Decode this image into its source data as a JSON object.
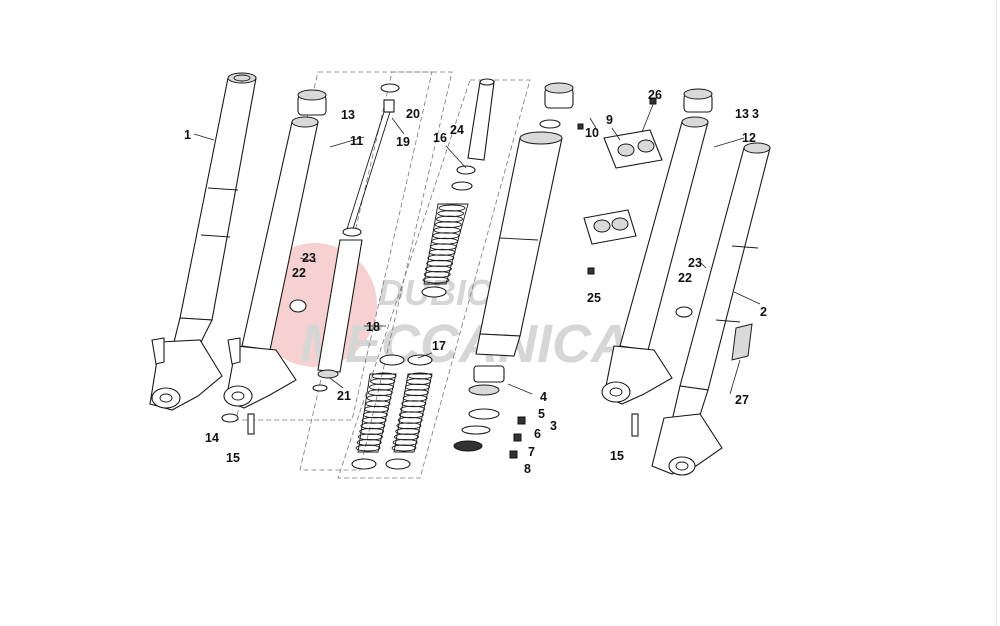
{
  "watermark": {
    "line1": "DUBICH",
    "line2": "MECCANICA"
  },
  "callouts": [
    {
      "id": "c1",
      "text": "1"
    },
    {
      "id": "c2",
      "text": "2"
    },
    {
      "id": "c3a",
      "text": "3"
    },
    {
      "id": "c3b",
      "text": "3"
    },
    {
      "id": "c4",
      "text": "4"
    },
    {
      "id": "c5",
      "text": "5"
    },
    {
      "id": "c6",
      "text": "6"
    },
    {
      "id": "c7",
      "text": "7"
    },
    {
      "id": "c8",
      "text": "8"
    },
    {
      "id": "c9",
      "text": "9"
    },
    {
      "id": "c10",
      "text": "10"
    },
    {
      "id": "c11",
      "text": "11"
    },
    {
      "id": "c12",
      "text": "12"
    },
    {
      "id": "c13a",
      "text": "13"
    },
    {
      "id": "c13b",
      "text": "13"
    },
    {
      "id": "c14",
      "text": "14"
    },
    {
      "id": "c15a",
      "text": "15"
    },
    {
      "id": "c15b",
      "text": "15"
    },
    {
      "id": "c16",
      "text": "16"
    },
    {
      "id": "c17",
      "text": "17"
    },
    {
      "id": "c18",
      "text": "18"
    },
    {
      "id": "c19",
      "text": "19"
    },
    {
      "id": "c20",
      "text": "20"
    },
    {
      "id": "c21",
      "text": "21"
    },
    {
      "id": "c22a",
      "text": "22"
    },
    {
      "id": "c22b",
      "text": "22"
    },
    {
      "id": "c23a",
      "text": "23"
    },
    {
      "id": "c23b",
      "text": "23"
    },
    {
      "id": "c24",
      "text": "24"
    },
    {
      "id": "c25",
      "text": "25"
    },
    {
      "id": "c26",
      "text": "26"
    },
    {
      "id": "c27",
      "text": "27"
    }
  ]
}
